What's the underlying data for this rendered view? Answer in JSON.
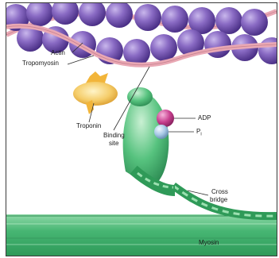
{
  "labels": {
    "actin": "Actin",
    "tropomyosin": "Tropomyosin",
    "troponin": "Troponin",
    "binding_site_line1": "Binding",
    "binding_site_line2": "site",
    "adp": "ADP",
    "pi_main": "P",
    "pi_sub": "i",
    "cross_bridge_line1": "Cross",
    "cross_bridge_line2": "bridge",
    "myosin": "Myosin"
  },
  "colors": {
    "actin_bead": "#7d5fb8",
    "tropomyosin": "#e9a8b4",
    "troponin": "#f2c15a",
    "myosin": "#3fae6a",
    "adp": "#c8408f",
    "pi": "#a7c8e6"
  }
}
